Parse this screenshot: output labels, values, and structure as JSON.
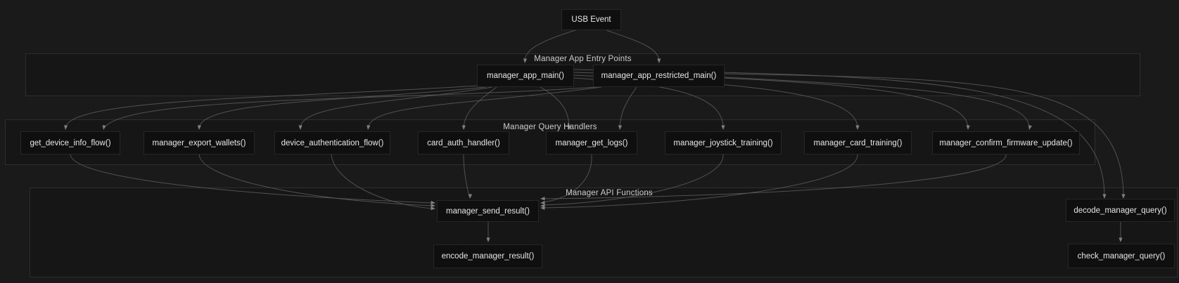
{
  "diagram": {
    "clusters": [
      {
        "id": "entry",
        "label": "Manager App Entry Points"
      },
      {
        "id": "handlers",
        "label": "Manager Query Handlers"
      },
      {
        "id": "api",
        "label": "Manager API Functions"
      }
    ],
    "nodes": [
      {
        "id": "usb_event",
        "label": "USB Event",
        "cluster": null
      },
      {
        "id": "manager_app_main",
        "label": "manager_app_main()",
        "cluster": "entry"
      },
      {
        "id": "manager_app_restricted_main",
        "label": "manager_app_restricted_main()",
        "cluster": "entry"
      },
      {
        "id": "get_device_info_flow",
        "label": "get_device_info_flow()",
        "cluster": "handlers"
      },
      {
        "id": "manager_export_wallets",
        "label": "manager_export_wallets()",
        "cluster": "handlers"
      },
      {
        "id": "device_authentication_flow",
        "label": "device_authentication_flow()",
        "cluster": "handlers"
      },
      {
        "id": "card_auth_handler",
        "label": "card_auth_handler()",
        "cluster": "handlers"
      },
      {
        "id": "manager_get_logs",
        "label": "manager_get_logs()",
        "cluster": "handlers"
      },
      {
        "id": "manager_joystick_training",
        "label": "manager_joystick_training()",
        "cluster": "handlers"
      },
      {
        "id": "manager_card_training",
        "label": "manager_card_training()",
        "cluster": "handlers"
      },
      {
        "id": "manager_confirm_firmware_update",
        "label": "manager_confirm_firmware_update()",
        "cluster": "handlers"
      },
      {
        "id": "manager_send_result",
        "label": "manager_send_result()",
        "cluster": "api"
      },
      {
        "id": "encode_manager_result",
        "label": "encode_manager_result()",
        "cluster": "api"
      },
      {
        "id": "decode_manager_query",
        "label": "decode_manager_query()",
        "cluster": "api"
      },
      {
        "id": "check_manager_query",
        "label": "check_manager_query()",
        "cluster": "api"
      }
    ],
    "edges": [
      {
        "from": "usb_event",
        "to": "manager_app_main"
      },
      {
        "from": "usb_event",
        "to": "manager_app_restricted_main"
      },
      {
        "from": "manager_app_main",
        "to": "get_device_info_flow"
      },
      {
        "from": "manager_app_restricted_main",
        "to": "get_device_info_flow"
      },
      {
        "from": "manager_app_main",
        "to": "manager_export_wallets"
      },
      {
        "from": "manager_app_main",
        "to": "device_authentication_flow"
      },
      {
        "from": "manager_app_restricted_main",
        "to": "device_authentication_flow"
      },
      {
        "from": "manager_app_main",
        "to": "card_auth_handler"
      },
      {
        "from": "manager_app_main",
        "to": "manager_get_logs"
      },
      {
        "from": "manager_app_restricted_main",
        "to": "manager_get_logs"
      },
      {
        "from": "manager_app_main",
        "to": "manager_joystick_training"
      },
      {
        "from": "manager_app_main",
        "to": "manager_card_training"
      },
      {
        "from": "manager_app_main",
        "to": "manager_confirm_firmware_update"
      },
      {
        "from": "manager_app_restricted_main",
        "to": "manager_confirm_firmware_update"
      },
      {
        "from": "manager_app_main",
        "to": "decode_manager_query"
      },
      {
        "from": "manager_app_restricted_main",
        "to": "decode_manager_query"
      },
      {
        "from": "get_device_info_flow",
        "to": "manager_send_result"
      },
      {
        "from": "manager_export_wallets",
        "to": "manager_send_result"
      },
      {
        "from": "device_authentication_flow",
        "to": "manager_send_result"
      },
      {
        "from": "card_auth_handler",
        "to": "manager_send_result"
      },
      {
        "from": "manager_get_logs",
        "to": "manager_send_result"
      },
      {
        "from": "manager_joystick_training",
        "to": "manager_send_result"
      },
      {
        "from": "manager_card_training",
        "to": "manager_send_result"
      },
      {
        "from": "manager_confirm_firmware_update",
        "to": "manager_send_result"
      },
      {
        "from": "manager_send_result",
        "to": "encode_manager_result"
      },
      {
        "from": "decode_manager_query",
        "to": "check_manager_query"
      }
    ],
    "colors": {
      "background": "#1a1a1a",
      "cluster_fill": "#161616",
      "cluster_border": "#2e2e2e",
      "node_fill": "#0f0f0f",
      "node_border": "#272727",
      "node_text": "#e6e6e6",
      "cluster_label_text": "#cdcdcd",
      "edge": "#5c5c5c"
    }
  }
}
